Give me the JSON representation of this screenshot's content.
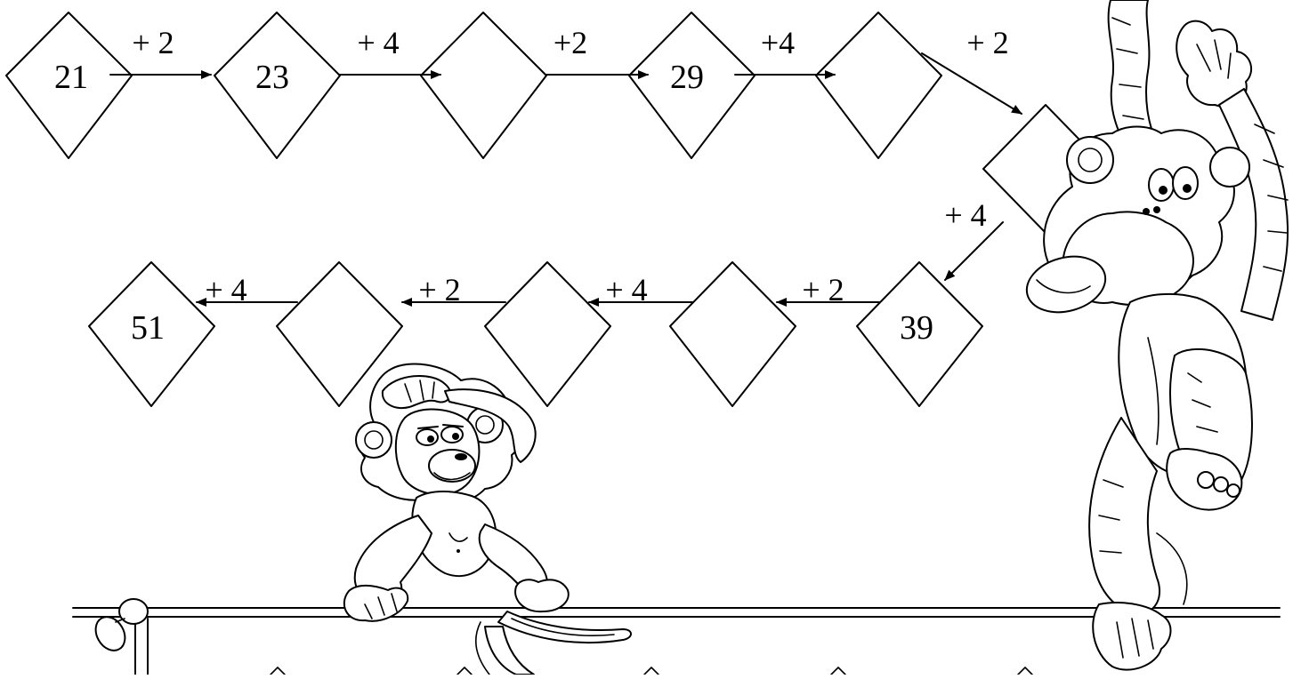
{
  "sequence": {
    "top_row": [
      {
        "value": "21"
      },
      {
        "value": "23"
      },
      {
        "value": ""
      },
      {
        "value": "29"
      },
      {
        "value": ""
      }
    ],
    "corner_box": {
      "value": ""
    },
    "bottom_row": [
      {
        "value": "39"
      },
      {
        "value": ""
      },
      {
        "value": ""
      },
      {
        "value": ""
      },
      {
        "value": "51"
      }
    ]
  },
  "operations": {
    "top": [
      "+ 2",
      "+ 4",
      "+2",
      "+4"
    ],
    "diagonal_down": "+ 2",
    "diagonal_left": "+ 4",
    "bottom": [
      "+ 2",
      "+ 4",
      "+ 2",
      "+ 4"
    ]
  },
  "illustrations": {
    "sitting_monkey": "monkey-sitting-on-rope",
    "hanging_monkey": "monkey-hanging-from-vine"
  }
}
